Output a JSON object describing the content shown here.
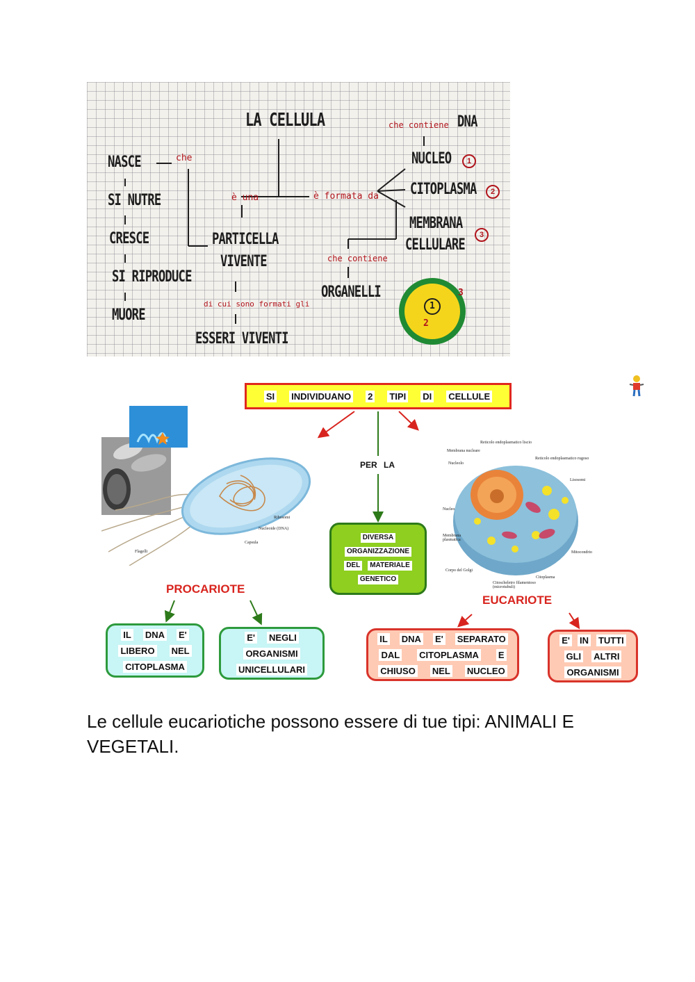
{
  "notebook_map": {
    "title": "LA CELLULA",
    "left_column": [
      "NASCE",
      "SI NUTRE",
      "CRESCE",
      "SI RIPRODUCE",
      "MUORE"
    ],
    "connector_che": "che",
    "connector_e_una": "è una",
    "particella": [
      "PARTICELLA",
      "VIVENTE"
    ],
    "connector_di_cui": "di cui sono formati gli",
    "esseri_viventi": "ESSERI VIVENTI",
    "connector_e_formata_da": "è formata da",
    "connector_che_contiene_dna": "che contiene",
    "dna": "DNA",
    "parts": [
      {
        "label": "NUCLEO",
        "number": "1"
      },
      {
        "label": "CITOPLASMA",
        "number": "2"
      },
      {
        "label_lines": [
          "MEMBRANA",
          "CELLULARE"
        ],
        "number": "3"
      }
    ],
    "connector_che_contiene_organelli": "che contiene",
    "organelli": "ORGANELLI",
    "diagram_numbers": [
      "1",
      "2",
      "3"
    ]
  },
  "concept_map": {
    "title_words": [
      "SI",
      "INDIVIDUANO",
      "2",
      "TIPI",
      "DI",
      "CELLULE"
    ],
    "per_la": "PER LA",
    "center_box_lines": [
      [
        "DIVERSA"
      ],
      [
        "ORGANIZZAZIONE"
      ],
      [
        "DEL",
        "MATERIALE"
      ],
      [
        "GENETICO"
      ]
    ],
    "procariote_label": "PROCARIOTE",
    "eucariote_label": "EUCARIOTE",
    "procariote_boxes": [
      [
        [
          "IL",
          "DNA",
          "E'"
        ],
        [
          "LIBERO",
          "NEL"
        ],
        [
          "CITOPLASMA"
        ]
      ],
      [
        [
          "E'",
          "NEGLI"
        ],
        [
          "ORGANISMI"
        ],
        [
          "UNICELLULARI"
        ]
      ]
    ],
    "eucariote_boxes": [
      [
        [
          "IL",
          "DNA",
          "E'",
          "SEPARATO"
        ],
        [
          "DAL",
          "CITOPLASMA",
          "E"
        ],
        [
          "CHIUSO",
          "NEL",
          "NUCLEO"
        ]
      ],
      [
        [
          "E'",
          "IN",
          "TUTTI"
        ],
        [
          "GLI",
          "ALTRI"
        ],
        [
          "ORGANISMI"
        ]
      ]
    ],
    "prokaryote_tags": [
      "Ribosomi",
      "Nucleoide (DNA)",
      "Capsula",
      "Flagelli"
    ],
    "eukaryote_tags": [
      "Reticolo endoplasmatico liscio",
      "Membrana nucleare",
      "Reticolo endoplasmatico rugoso",
      "Nucleolo",
      "Lisosomi",
      "Nucleo",
      "Membrana plasmatica",
      "Mitocondrio",
      "Corpo del Golgi",
      "Citoscheletro filamentoso (microtubuli)",
      "Citoplasma"
    ]
  },
  "body_text": "Le cellule eucariotiche possono essere di tue tipi: ANIMALI E VEGETALI.",
  "colors": {
    "title_fill": "#ffff35",
    "title_border": "#e0281e",
    "green_box": "#8ecf1f",
    "cyan_box": "#c8f5f5",
    "salmon_box": "#ffcab4",
    "label_red": "#d8241e"
  }
}
